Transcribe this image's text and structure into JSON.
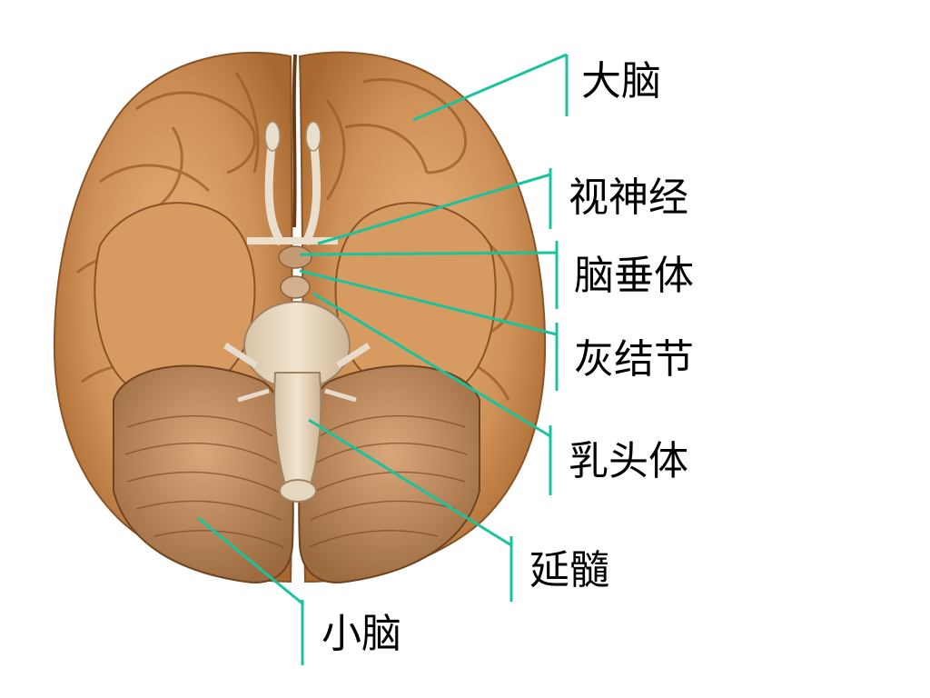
{
  "colors": {
    "leader_line": "#19c49c",
    "label_text": "#000000",
    "background": "#ffffff"
  },
  "labels": {
    "cerebrum": "大脑",
    "optic_nerve": "视神经",
    "hypophysis": "脑垂体",
    "tuber_cinereum": "灰结节",
    "mammillary_body": "乳头体",
    "medulla": "延髓",
    "cerebellum": "小脑"
  }
}
